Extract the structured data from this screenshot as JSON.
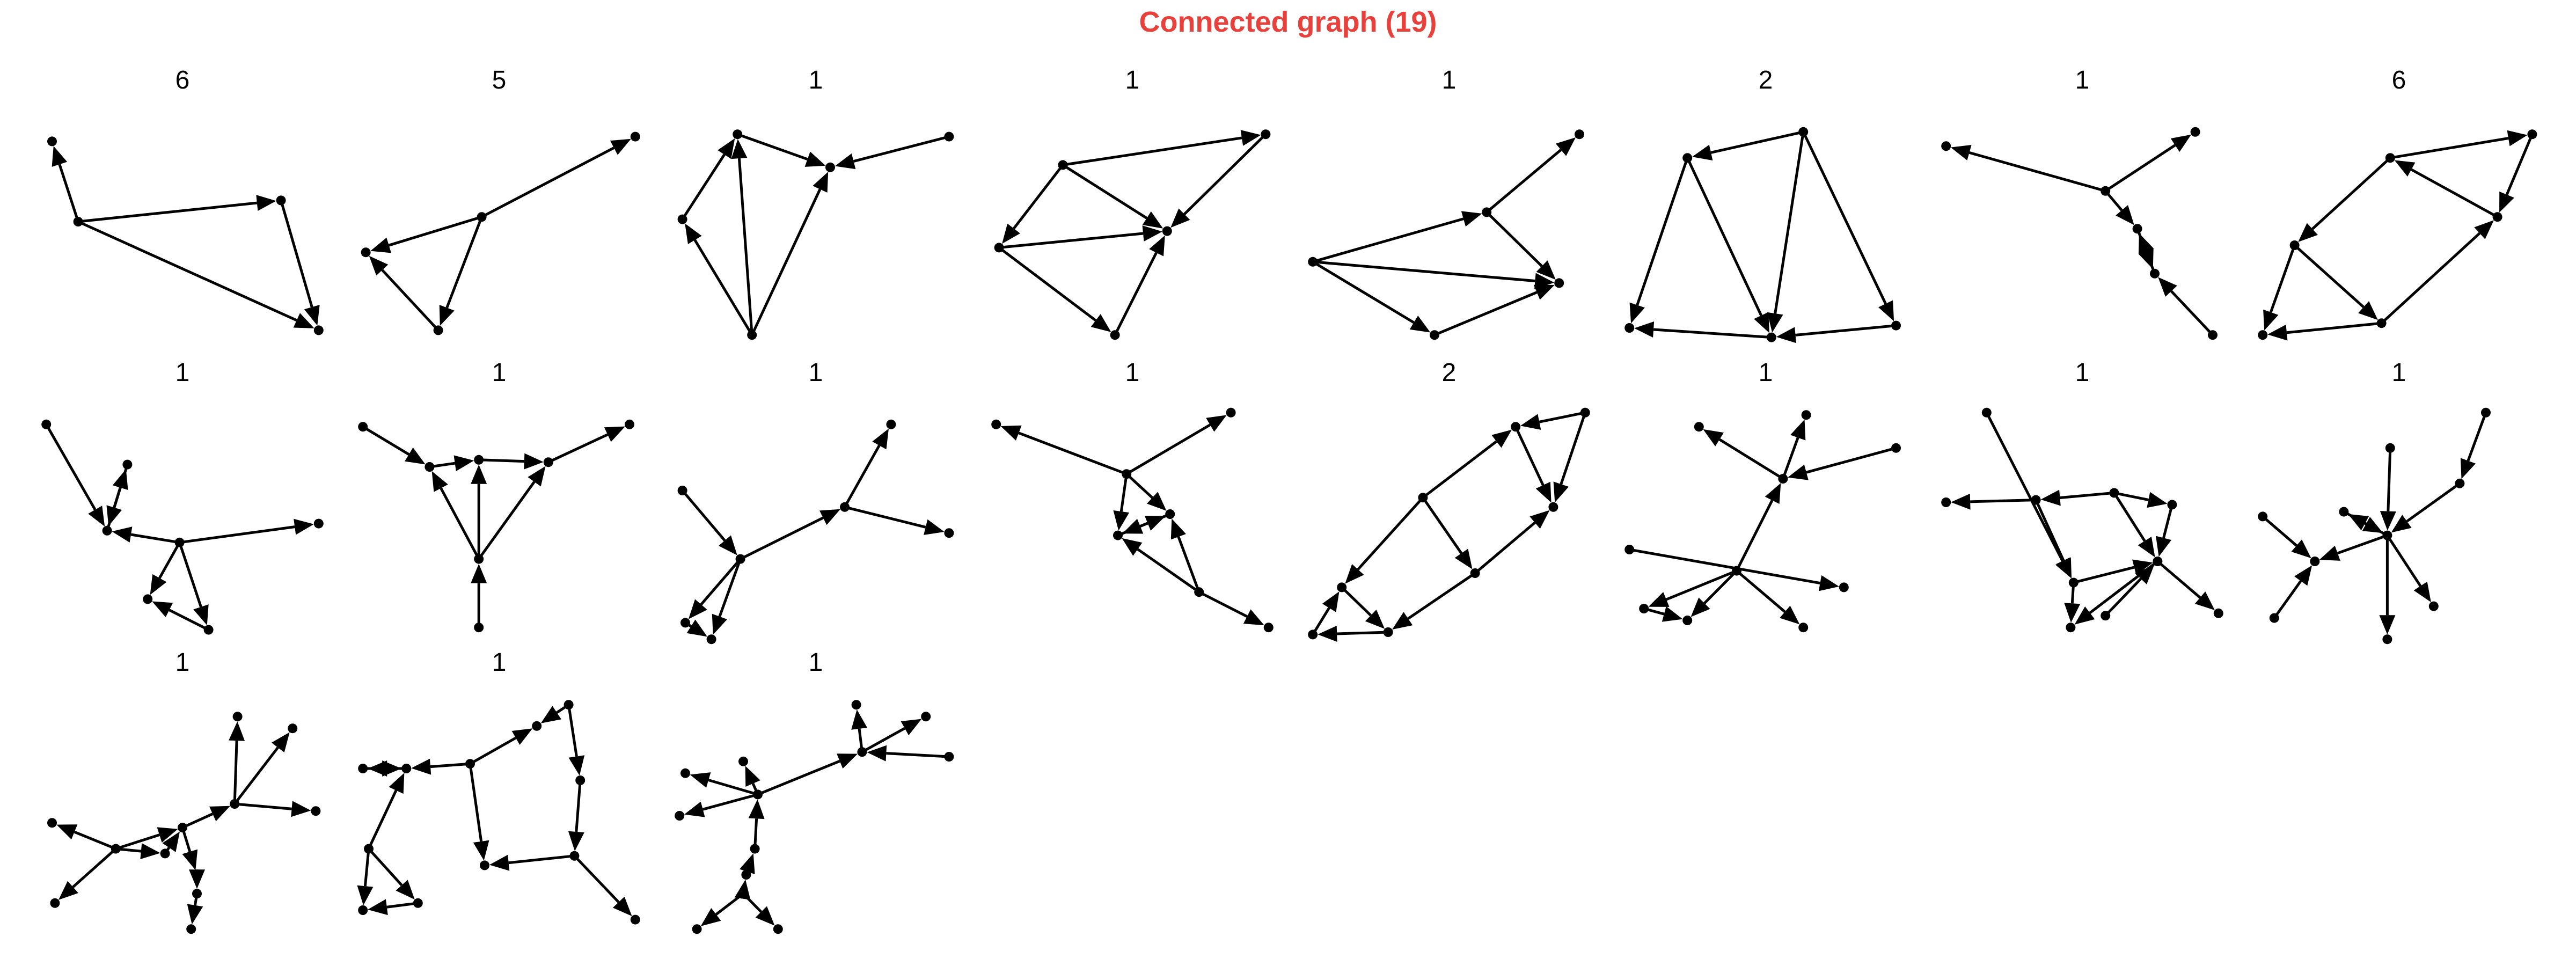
{
  "title": "Connected graph (19)",
  "colors": {
    "title": "#e8413c",
    "edge": "#000000",
    "node": "#000000"
  },
  "panels": [
    {
      "label": "6",
      "nodes": [
        [
          0.05,
          0.11
        ],
        [
          0.14,
          0.45
        ],
        [
          0.84,
          0.36
        ],
        [
          0.97,
          0.91
        ]
      ],
      "edges": [
        [
          1,
          0
        ],
        [
          1,
          2
        ],
        [
          2,
          3
        ],
        [
          1,
          3
        ]
      ]
    },
    {
      "label": "5",
      "nodes": [
        [
          0.04,
          0.58
        ],
        [
          0.44,
          0.43
        ],
        [
          0.97,
          0.09
        ],
        [
          0.29,
          0.91
        ]
      ],
      "edges": [
        [
          1,
          0
        ],
        [
          1,
          2
        ],
        [
          1,
          3
        ],
        [
          3,
          0
        ]
      ]
    },
    {
      "label": "1",
      "nodes": [
        [
          0.04,
          0.44
        ],
        [
          0.23,
          0.08
        ],
        [
          0.55,
          0.22
        ],
        [
          0.96,
          0.09
        ],
        [
          0.28,
          0.93
        ]
      ],
      "edges": [
        [
          1,
          2
        ],
        [
          4,
          1
        ],
        [
          4,
          0
        ],
        [
          0,
          1
        ],
        [
          3,
          2
        ],
        [
          4,
          2
        ]
      ]
    },
    {
      "label": "1",
      "nodes": [
        [
          0.26,
          0.21
        ],
        [
          0.04,
          0.56
        ],
        [
          0.62,
          0.49
        ],
        [
          0.96,
          0.08
        ],
        [
          0.44,
          0.93
        ]
      ],
      "edges": [
        [
          0,
          3
        ],
        [
          0,
          2
        ],
        [
          0,
          1
        ],
        [
          1,
          2
        ],
        [
          1,
          4
        ],
        [
          4,
          2
        ],
        [
          3,
          2
        ]
      ]
    },
    {
      "label": "1",
      "nodes": [
        [
          0.03,
          0.62
        ],
        [
          0.63,
          0.41
        ],
        [
          0.95,
          0.08
        ],
        [
          0.88,
          0.71
        ],
        [
          0.45,
          0.93
        ]
      ],
      "edges": [
        [
          1,
          2
        ],
        [
          0,
          1
        ],
        [
          0,
          3
        ],
        [
          0,
          4
        ],
        [
          4,
          3
        ],
        [
          1,
          3
        ]
      ]
    },
    {
      "label": "2",
      "nodes": [
        [
          0.23,
          0.18
        ],
        [
          0.63,
          0.07
        ],
        [
          0.03,
          0.9
        ],
        [
          0.52,
          0.94
        ],
        [
          0.95,
          0.89
        ]
      ],
      "edges": [
        [
          1,
          0
        ],
        [
          0,
          2
        ],
        [
          0,
          3
        ],
        [
          1,
          3
        ],
        [
          1,
          4
        ],
        [
          3,
          2
        ],
        [
          4,
          3
        ]
      ]
    },
    {
      "label": "1",
      "nodes": [
        [
          0.03,
          0.13
        ],
        [
          0.58,
          0.32
        ],
        [
          0.89,
          0.07
        ],
        [
          0.69,
          0.48
        ],
        [
          0.75,
          0.67
        ],
        [
          0.95,
          0.93
        ]
      ],
      "edges": [
        [
          1,
          0
        ],
        [
          1,
          2
        ],
        [
          1,
          3
        ],
        [
          3,
          4
        ],
        [
          4,
          3
        ],
        [
          5,
          4
        ]
      ]
    },
    {
      "label": "6",
      "nodes": [
        [
          0.47,
          0.18
        ],
        [
          0.96,
          0.08
        ],
        [
          0.84,
          0.43
        ],
        [
          0.14,
          0.55
        ],
        [
          0.44,
          0.88
        ],
        [
          0.03,
          0.93
        ]
      ],
      "edges": [
        [
          0,
          1
        ],
        [
          1,
          2
        ],
        [
          2,
          0
        ],
        [
          0,
          3
        ],
        [
          3,
          4
        ],
        [
          4,
          2
        ],
        [
          3,
          5
        ],
        [
          4,
          5
        ]
      ]
    },
    {
      "label": "1",
      "nodes": [
        [
          0.03,
          0.07
        ],
        [
          0.31,
          0.24
        ],
        [
          0.24,
          0.52
        ],
        [
          0.49,
          0.57
        ],
        [
          0.97,
          0.49
        ],
        [
          0.38,
          0.81
        ],
        [
          0.59,
          0.94
        ]
      ],
      "edges": [
        [
          1,
          2
        ],
        [
          0,
          2
        ],
        [
          2,
          1
        ],
        [
          3,
          2
        ],
        [
          3,
          4
        ],
        [
          3,
          5
        ],
        [
          3,
          6
        ],
        [
          6,
          5
        ]
      ]
    },
    {
      "label": "1",
      "nodes": [
        [
          0.03,
          0.08
        ],
        [
          0.26,
          0.25
        ],
        [
          0.43,
          0.22
        ],
        [
          0.67,
          0.23
        ],
        [
          0.95,
          0.07
        ],
        [
          0.43,
          0.64
        ],
        [
          0.43,
          0.93
        ]
      ],
      "edges": [
        [
          0,
          1
        ],
        [
          1,
          2
        ],
        [
          2,
          3
        ],
        [
          3,
          4
        ],
        [
          5,
          1
        ],
        [
          5,
          2
        ],
        [
          5,
          3
        ],
        [
          6,
          5
        ]
      ]
    },
    {
      "label": "1",
      "nodes": [
        [
          0.04,
          0.35
        ],
        [
          0.24,
          0.64
        ],
        [
          0.6,
          0.42
        ],
        [
          0.76,
          0.07
        ],
        [
          0.96,
          0.53
        ],
        [
          0.05,
          0.91
        ],
        [
          0.14,
          0.98
        ]
      ],
      "edges": [
        [
          0,
          1
        ],
        [
          1,
          2
        ],
        [
          2,
          3
        ],
        [
          2,
          4
        ],
        [
          1,
          5
        ],
        [
          5,
          6
        ],
        [
          1,
          6
        ]
      ]
    },
    {
      "label": "1",
      "nodes": [
        [
          0.03,
          0.07
        ],
        [
          0.48,
          0.28
        ],
        [
          0.84,
          0.02
        ],
        [
          0.45,
          0.54
        ],
        [
          0.63,
          0.45
        ],
        [
          0.73,
          0.78
        ],
        [
          0.97,
          0.93
        ]
      ],
      "edges": [
        [
          1,
          0
        ],
        [
          1,
          2
        ],
        [
          1,
          3
        ],
        [
          1,
          4
        ],
        [
          3,
          4
        ],
        [
          4,
          3
        ],
        [
          5,
          4
        ],
        [
          5,
          3
        ],
        [
          5,
          6
        ]
      ]
    },
    {
      "label": "2",
      "nodes": [
        [
          0.73,
          0.08
        ],
        [
          0.97,
          0.02
        ],
        [
          0.86,
          0.42
        ],
        [
          0.41,
          0.38
        ],
        [
          0.59,
          0.7
        ],
        [
          0.13,
          0.76
        ],
        [
          0.29,
          0.95
        ],
        [
          0.03,
          0.96
        ]
      ],
      "edges": [
        [
          1,
          0
        ],
        [
          1,
          2
        ],
        [
          0,
          2
        ],
        [
          3,
          0
        ],
        [
          3,
          4
        ],
        [
          4,
          2
        ],
        [
          3,
          5
        ],
        [
          5,
          6
        ],
        [
          4,
          6
        ],
        [
          6,
          7
        ],
        [
          7,
          5
        ]
      ]
    },
    {
      "label": "1",
      "nodes": [
        [
          0.27,
          0.08
        ],
        [
          0.64,
          0.03
        ],
        [
          0.56,
          0.3
        ],
        [
          0.95,
          0.17
        ],
        [
          0.03,
          0.6
        ],
        [
          0.4,
          0.69
        ],
        [
          0.77,
          0.76
        ],
        [
          0.08,
          0.85
        ],
        [
          0.23,
          0.9
        ],
        [
          0.63,
          0.93
        ]
      ],
      "edges": [
        [
          2,
          0
        ],
        [
          2,
          1
        ],
        [
          3,
          2
        ],
        [
          5,
          2
        ],
        [
          4,
          6
        ],
        [
          5,
          7
        ],
        [
          7,
          8
        ],
        [
          5,
          8
        ],
        [
          5,
          9
        ]
      ]
    },
    {
      "label": "1",
      "nodes": [
        [
          0.17,
          0.02
        ],
        [
          0.03,
          0.4
        ],
        [
          0.34,
          0.39
        ],
        [
          0.61,
          0.36
        ],
        [
          0.81,
          0.41
        ],
        [
          0.47,
          0.74
        ],
        [
          0.76,
          0.65
        ],
        [
          0.97,
          0.87
        ],
        [
          0.46,
          0.93
        ],
        [
          0.58,
          0.88
        ]
      ],
      "edges": [
        [
          2,
          1
        ],
        [
          3,
          2
        ],
        [
          3,
          4
        ],
        [
          0,
          5
        ],
        [
          2,
          5
        ],
        [
          3,
          6
        ],
        [
          4,
          6
        ],
        [
          5,
          6
        ],
        [
          6,
          7
        ],
        [
          5,
          8
        ],
        [
          6,
          8
        ],
        [
          9,
          6
        ]
      ]
    },
    {
      "label": "1",
      "nodes": [
        [
          0.8,
          0.02
        ],
        [
          0.47,
          0.17
        ],
        [
          0.71,
          0.32
        ],
        [
          0.03,
          0.46
        ],
        [
          0.31,
          0.44
        ],
        [
          0.46,
          0.54
        ],
        [
          0.21,
          0.65
        ],
        [
          0.62,
          0.84
        ],
        [
          0.07,
          0.89
        ],
        [
          0.46,
          0.98
        ]
      ],
      "edges": [
        [
          0,
          2
        ],
        [
          1,
          5
        ],
        [
          2,
          5
        ],
        [
          3,
          6
        ],
        [
          4,
          5
        ],
        [
          5,
          6
        ],
        [
          5,
          4
        ],
        [
          5,
          7
        ],
        [
          8,
          6
        ],
        [
          5,
          9
        ]
      ]
    },
    {
      "label": "1",
      "nodes": [
        [
          0.69,
          0.08
        ],
        [
          0.88,
          0.13
        ],
        [
          0.68,
          0.45
        ],
        [
          0.96,
          0.48
        ],
        [
          0.05,
          0.53
        ],
        [
          0.5,
          0.55
        ],
        [
          0.27,
          0.64
        ],
        [
          0.44,
          0.66
        ],
        [
          0.55,
          0.75
        ],
        [
          0.06,
          0.87
        ],
        [
          0.55,
          0.83
        ],
        [
          0.53,
          0.98
        ]
      ],
      "edges": [
        [
          2,
          0
        ],
        [
          2,
          1
        ],
        [
          2,
          3
        ],
        [
          6,
          4
        ],
        [
          6,
          5
        ],
        [
          5,
          2
        ],
        [
          6,
          7
        ],
        [
          7,
          5
        ],
        [
          6,
          9
        ],
        [
          5,
          8
        ],
        [
          8,
          10
        ],
        [
          10,
          11
        ]
      ]
    },
    {
      "label": "1",
      "nodes": [
        [
          0.03,
          0.3
        ],
        [
          0.18,
          0.3
        ],
        [
          0.4,
          0.28
        ],
        [
          0.63,
          0.12
        ],
        [
          0.74,
          0.03
        ],
        [
          0.78,
          0.35
        ],
        [
          0.05,
          0.64
        ],
        [
          0.45,
          0.71
        ],
        [
          0.76,
          0.67
        ],
        [
          0.03,
          0.9
        ],
        [
          0.22,
          0.87
        ],
        [
          0.97,
          0.94
        ]
      ],
      "edges": [
        [
          2,
          1
        ],
        [
          1,
          0
        ],
        [
          0,
          1
        ],
        [
          2,
          3
        ],
        [
          4,
          3
        ],
        [
          4,
          5
        ],
        [
          2,
          7
        ],
        [
          5,
          8
        ],
        [
          6,
          1
        ],
        [
          8,
          7
        ],
        [
          6,
          9
        ],
        [
          6,
          10
        ],
        [
          10,
          9
        ],
        [
          8,
          11
        ]
      ]
    },
    {
      "label": "1",
      "nodes": [
        [
          0.64,
          0.03
        ],
        [
          0.88,
          0.08
        ],
        [
          0.66,
          0.23
        ],
        [
          0.96,
          0.25
        ],
        [
          0.05,
          0.32
        ],
        [
          0.25,
          0.27
        ],
        [
          0.3,
          0.41
        ],
        [
          0.03,
          0.5
        ],
        [
          0.29,
          0.64
        ],
        [
          0.26,
          0.75
        ],
        [
          0.25,
          0.83
        ],
        [
          0.09,
          0.98
        ],
        [
          0.37,
          0.98
        ]
      ],
      "edges": [
        [
          2,
          0
        ],
        [
          2,
          1
        ],
        [
          3,
          2
        ],
        [
          6,
          2
        ],
        [
          6,
          4
        ],
        [
          6,
          5
        ],
        [
          6,
          7
        ],
        [
          8,
          6
        ],
        [
          9,
          8
        ],
        [
          10,
          9
        ],
        [
          10,
          11
        ],
        [
          10,
          12
        ]
      ]
    }
  ]
}
